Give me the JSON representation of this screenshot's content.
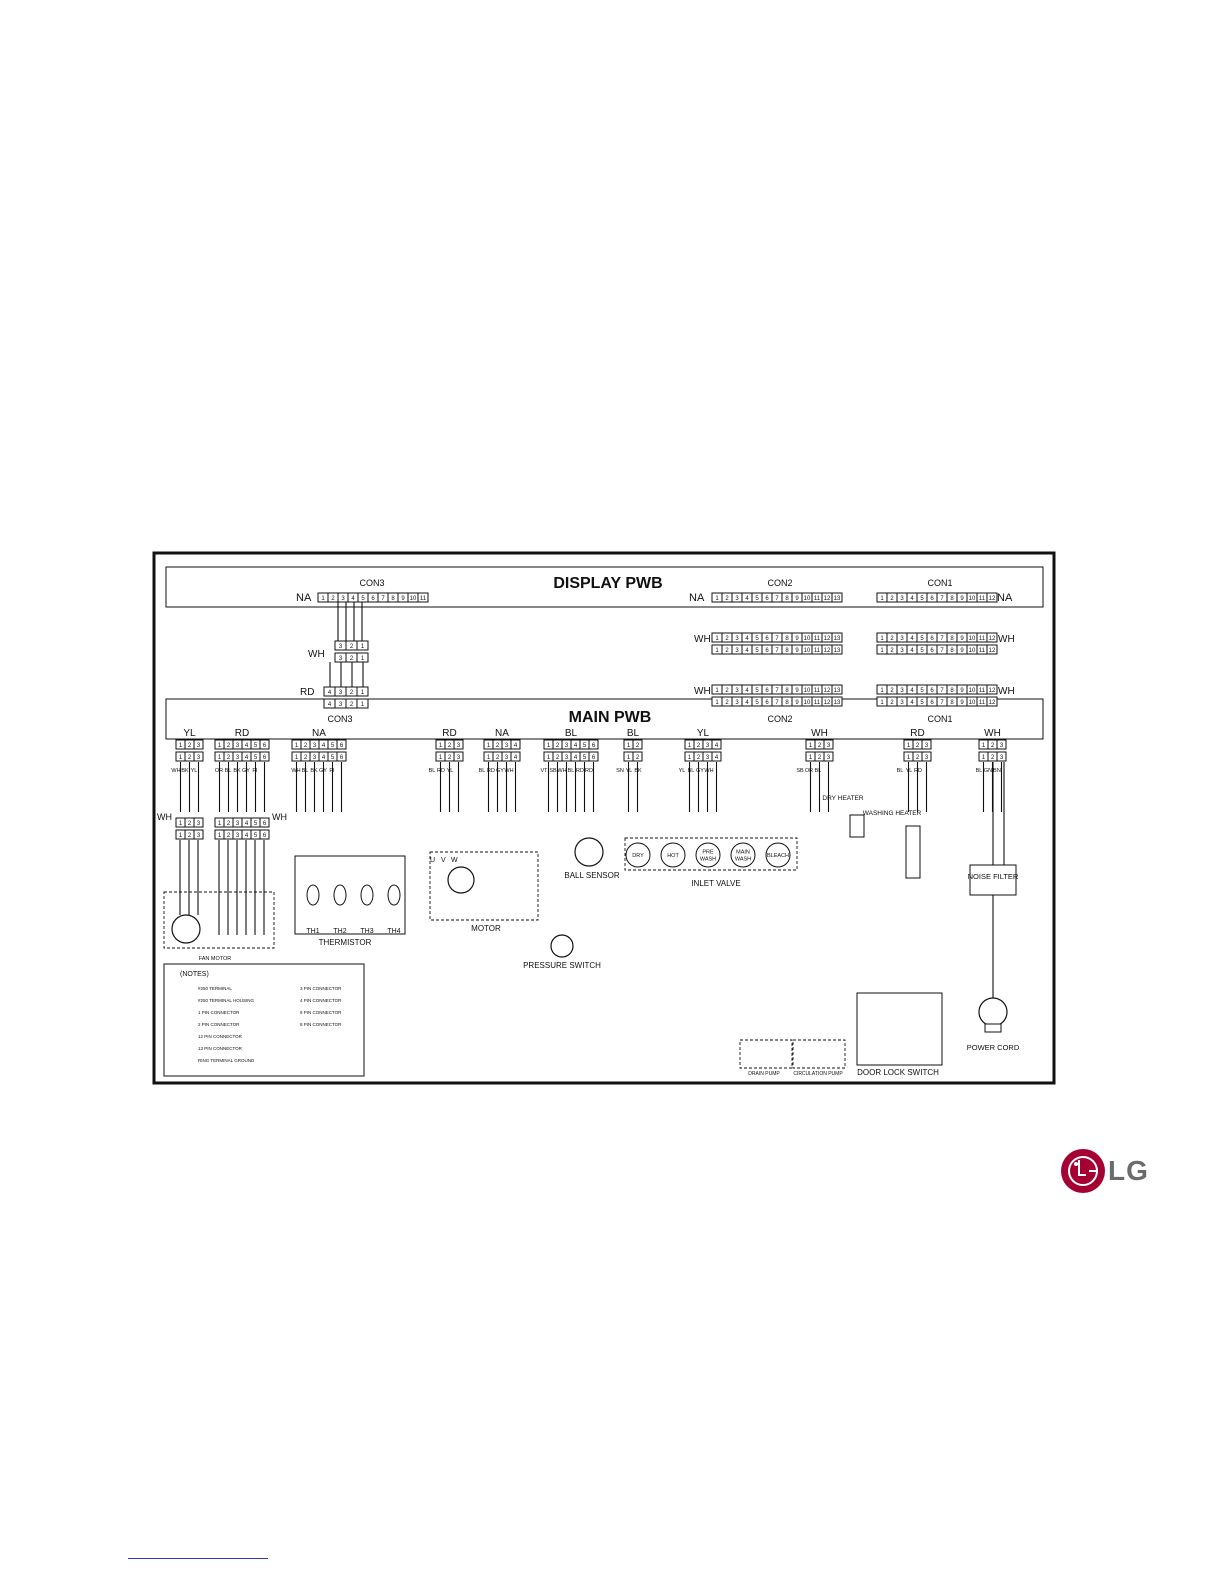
{
  "display_pwb": {
    "title": "DISPLAY PWB",
    "connectors": [
      {
        "label": "CON3",
        "tag": "NA",
        "pins": 11
      },
      {
        "label": "CON2",
        "tag": "NA",
        "pins": 13
      },
      {
        "label": "CON1",
        "tag": "NA",
        "pins": 12
      }
    ]
  },
  "main_pwb": {
    "title": "MAIN PWB",
    "connectors": [
      {
        "label": "CON3"
      },
      {
        "label": "CON2"
      },
      {
        "label": "CON1"
      }
    ],
    "header_colors": [
      "YL",
      "RD",
      "NA",
      "RD",
      "NA",
      "BL",
      "BL",
      "YL",
      "WH",
      "RD",
      "WH"
    ]
  },
  "harness": {
    "con3_colors": [
      "WH",
      "RD"
    ],
    "con2_colors": [
      "WH",
      "WH"
    ],
    "con1_colors": [
      "WH",
      "WH"
    ],
    "side_labels": [
      "WH",
      "WH"
    ]
  },
  "wire_colors": {
    "yl_group": [
      "WH",
      "BK",
      "YL"
    ],
    "rd_group": [
      "OR",
      "BL",
      "BK",
      "GY",
      "PI"
    ],
    "na_group": [
      "WH",
      "BL",
      "BK",
      "GY",
      "PI"
    ],
    "motor_rd": [
      "BL",
      "RD",
      "YL"
    ],
    "motor_na": [
      "BL",
      "RD",
      "GY",
      "WH"
    ],
    "bl_group": [
      "VT",
      "SB",
      "WH",
      "BL",
      "RD",
      "RD"
    ],
    "inlet": [
      "SN",
      "YL",
      "BK"
    ],
    "valve_yl": [
      "YL",
      "BL",
      "GY",
      "WH"
    ],
    "wh_group": [
      "SB",
      "OR",
      "BL"
    ],
    "heater": [
      "BL",
      "YL",
      "RD"
    ],
    "power": [
      "BL",
      "GN",
      "BN"
    ]
  },
  "components": {
    "fan_motor": "FAN MOTOR",
    "thermistor": "THERMISTOR",
    "thermistors": [
      "TH1",
      "TH2",
      "TH3",
      "TH4"
    ],
    "motor": "MOTOR",
    "motor_terminals": [
      "U",
      "V",
      "W"
    ],
    "ball_sensor": "BALL SENSOR",
    "pressure_switch": "PRESSURE SWITCH",
    "inlet_valve": "INLET VALVE",
    "valves": [
      "DRY",
      "HOT",
      "PRE WASH",
      "MAIN WASH",
      "BLEACH"
    ],
    "dry_heater": "DRY HEATER",
    "washing_heater": "WASHING HEATER",
    "noise_filter": "NOISE FILTER",
    "power_cord": "POWER CORD",
    "drain_pump": "DRAIN PUMP",
    "circulation_pump": "CIRCULATION PUMP",
    "door_lock_switch": "DOOR LOCK SWITCH"
  },
  "notes": {
    "title": "(NOTES)",
    "items": [
      {
        "left": "#250 TERMINAL",
        "right": "3 PIN CONNECTOR"
      },
      {
        "left": "#250 TERMINAL HOUSING",
        "right": "4 PIN CONNECTOR"
      },
      {
        "left": "1 PIN CONNECTOR",
        "right": "6 PIN CONNECTOR"
      },
      {
        "left": "2 PIN CONNECTOR",
        "right": "8 PIN CONNECTOR"
      },
      {
        "left": "12 PIN CONNECTOR",
        "right": ""
      },
      {
        "left": "13 PIN CONNECTOR",
        "right": ""
      },
      {
        "left": "RING TERMINAL GROUND",
        "right": ""
      }
    ]
  },
  "logo": {
    "text": "LG",
    "color": "#a50034"
  }
}
